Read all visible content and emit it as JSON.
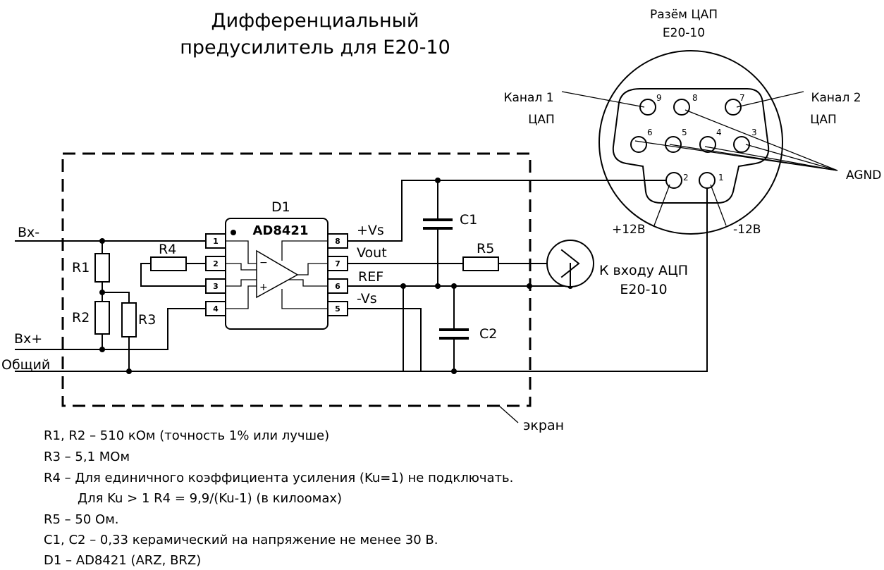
{
  "title": {
    "line1": "Дифференциальный",
    "line2": "предусилитель для Е20-10"
  },
  "connector": {
    "title_line1": "Разём ЦАП",
    "title_line2": "Е20-10",
    "channel1_line1": "Канал 1",
    "channel1_line2": "ЦАП",
    "channel2_line1": "Канал 2",
    "channel2_line2": "ЦАП",
    "agnd": "AGND",
    "plus12": "+12В",
    "minus12": "-12В",
    "pins": [
      "9",
      "8",
      "7",
      "6",
      "5",
      "4",
      "3",
      "2",
      "1"
    ]
  },
  "ic": {
    "ref": "D1",
    "part": "AD8421",
    "pin_numbers": [
      "1",
      "2",
      "3",
      "4",
      "8",
      "7",
      "6",
      "5"
    ],
    "minus_sign": "−",
    "plus_sign": "+",
    "pin_labels": {
      "vs_plus": "+Vs",
      "vout": "Vout",
      "ref": "REF",
      "vs_minus": "-Vs"
    }
  },
  "inputs": {
    "in_minus": "Вх-",
    "in_plus": "Вх+",
    "common": "Общий"
  },
  "components": {
    "r1": "R1",
    "r2": "R2",
    "r3": "R3",
    "r4": "R4",
    "r5": "R5",
    "c1": "C1",
    "c2": "C2"
  },
  "adc": {
    "line1": "К входу АЦП",
    "line2": "Е20-10"
  },
  "shield": "экран",
  "notes": [
    "R1, R2 – 510 кОм (точность 1% или лучше)",
    "R3 – 5,1 МОм",
    "R4 – Для единичного коэффициента  усиления (Ku=1) не подключать.",
    "Для Ku > 1    R4 = 9,9/(Ku-1)   (в килоомах)",
    "R5 – 50 Ом.",
    "C1, C2 – 0,33 керамический на напряжение не менее 30 В.",
    "D1 – AD8421 (ARZ, BRZ)"
  ]
}
